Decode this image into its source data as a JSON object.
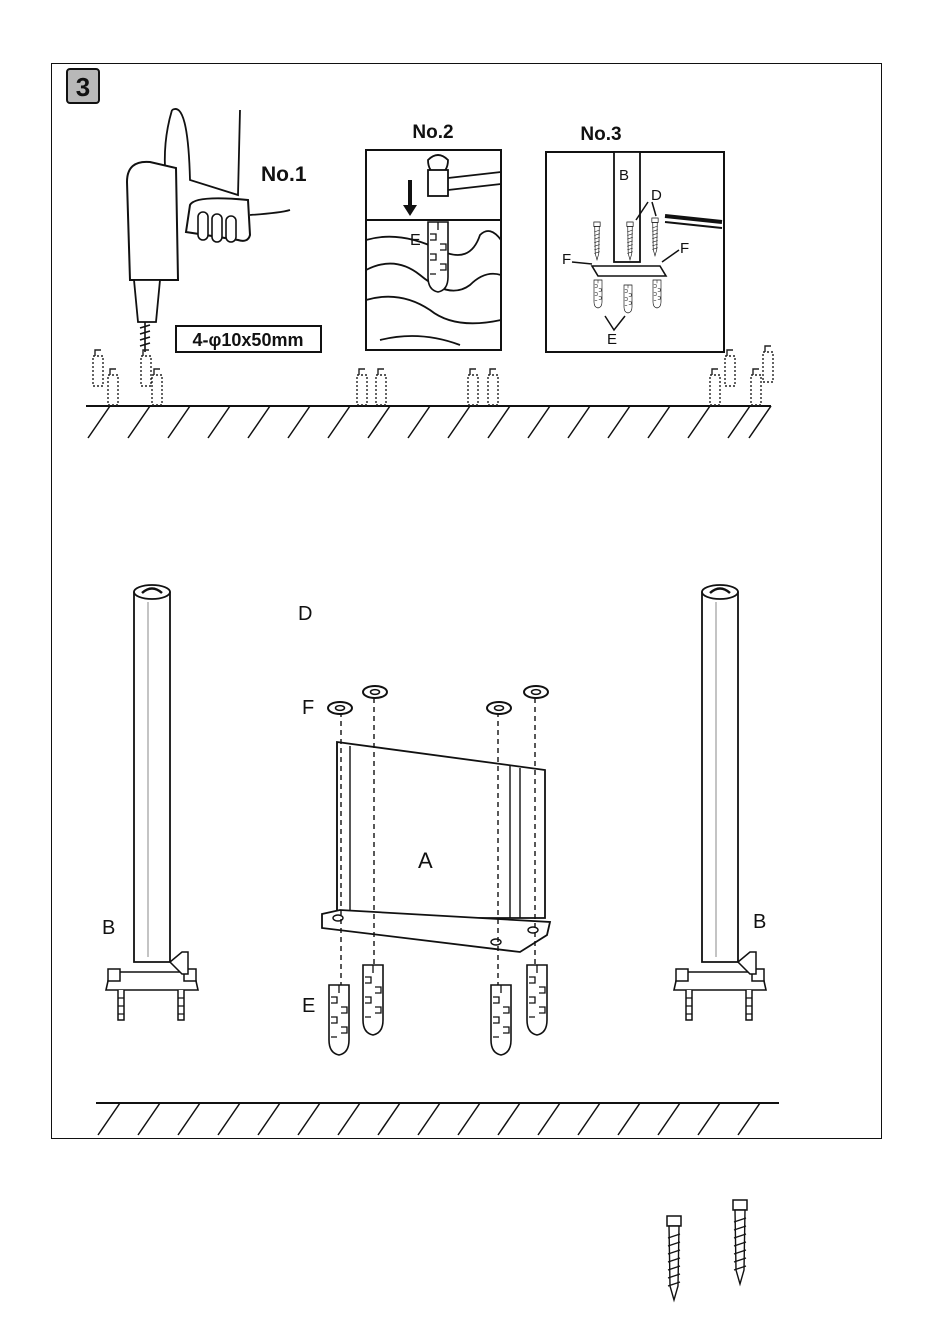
{
  "step": {
    "number": "3"
  },
  "panels": {
    "no1": {
      "title": "No.1",
      "drill_spec": "4-φ10x50mm"
    },
    "no2": {
      "title": "No.2",
      "part_label": "E"
    },
    "no3": {
      "title": "No.3",
      "labels": {
        "b": "B",
        "d": "D",
        "f_left": "F",
        "f_right": "F",
        "e": "E"
      }
    }
  },
  "exploded": {
    "labels": {
      "d": "D",
      "f": "F",
      "a": "A",
      "e": "E",
      "b_left": "B",
      "b_right": "B"
    }
  }
}
